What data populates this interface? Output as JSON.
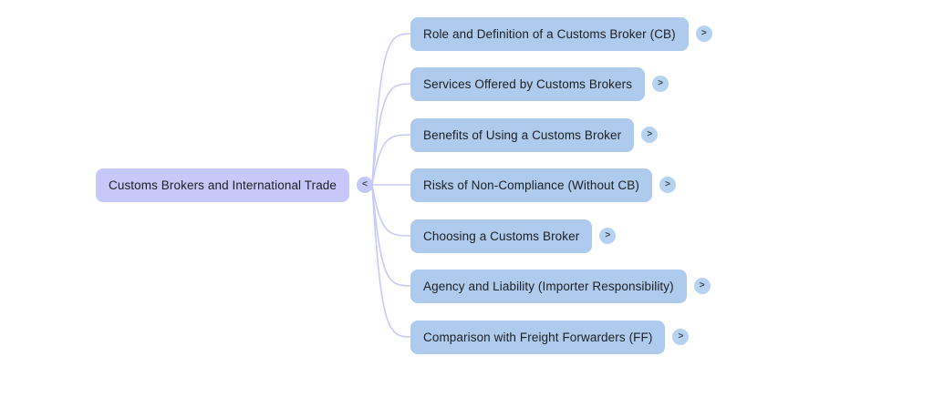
{
  "root": {
    "label": "Customs Brokers and International Trade"
  },
  "children": [
    {
      "label": "Role and Definition of a Customs Broker (CB)"
    },
    {
      "label": "Services Offered by Customs Brokers"
    },
    {
      "label": "Benefits of Using a Customs Broker"
    },
    {
      "label": "Risks of Non-Compliance (Without CB)"
    },
    {
      "label": "Choosing a Customs Broker"
    },
    {
      "label": "Agency and Liability (Importer Responsibility)"
    },
    {
      "label": "Comparison with Freight Forwarders (FF)"
    }
  ],
  "icons": {
    "collapse": "<",
    "expand": ">"
  },
  "colors": {
    "canvas_bg": "#ffffff",
    "root_fill": "#c5c8f8",
    "root_toggle_fill": "#c6c9f8",
    "child_fill": "#aecbee",
    "child_toggle_fill": "#b7d2f1",
    "edge_color": "#c8cbf7",
    "text_color": "#202124",
    "toggle_glyph": "#37474f"
  }
}
